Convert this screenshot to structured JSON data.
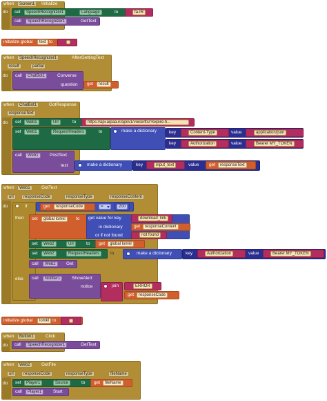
{
  "kw": {
    "when": "when",
    "do": "do",
    "set": "set",
    "to": "to",
    "call": "call",
    "get": "get",
    "if": "if",
    "then": "then",
    "else": "else",
    "key": "key",
    "value": "value",
    "make_dict": "make a dictionary",
    "init_global": "initialize global",
    "join": "join"
  },
  "b1": {
    "component": "Screen1",
    "event": "Initialize",
    "target": "SpeechRecognizer1",
    "prop": "Language",
    "value": "fa-IR",
    "call_method": "SpeechRecognizer1",
    "call_name": "GetText"
  },
  "b2": {
    "var": "text",
    "value": ""
  },
  "b3": {
    "component": "SpeechRecognizer1",
    "event": "AfterGettingText",
    "param1": "result",
    "param2": "partial",
    "call_target": "ChatBot1",
    "call_name": "Converse",
    "arg_label": "question",
    "arg_var": "result"
  },
  "b4": {
    "component": "ChatBot1",
    "event": "GotResponse",
    "param": "responseText",
    "target": "Web1",
    "prop_url": "Url",
    "url": "https://api.aipaa.ir/api/v1/voice/tts/?expire-fi...",
    "prop_headers": "RequestHeaders",
    "k1": "Content-Type",
    "v1": "application/json",
    "k2": "Authorization",
    "v2": "Bearer MY_TOKEN",
    "call_target": "Web1",
    "call_name": "PostText",
    "arg_label": "text",
    "k3": "input_text",
    "v3_var": "responseText"
  },
  "b5": {
    "component": "Web1",
    "event": "GotText",
    "p1": "url",
    "p2": "responseCode",
    "p3": "responseType",
    "p4": "responseContent",
    "if_var": "responseCode",
    "op": "=",
    "num": "200",
    "set_var": "global lomkl",
    "get_value": "get value for key",
    "key_val": "download_link",
    "in_dict": "in dictionary",
    "in_var": "responseContent",
    "not_found": "or if not found",
    "nf_val": "not found",
    "web2": "Web2",
    "prop_url": "Url",
    "url_var": "global lomkl",
    "prop_headers": "RequestHeaders",
    "k1": "Authorization",
    "v1": "Bearer MY_TOKEN",
    "call_name": "Get",
    "alert_target": "Notifier1",
    "alert_method": "ShowAlert",
    "notice": "notice",
    "err": "ERROR",
    "err_var": "responseCode"
  },
  "b6": {
    "var": "lomkl",
    "value": ""
  },
  "b7": {
    "component": "Button1",
    "event": "Click",
    "call_target": "SpeechRecognizer1",
    "call_name": "GetText"
  },
  "b8": {
    "component": "Web2",
    "event": "GotFile",
    "p1": "url",
    "p2": "responseCode",
    "p3": "responseType",
    "p4": "fileName",
    "target": "Player1",
    "prop": "Source",
    "var": "fileName",
    "call_target": "Player1",
    "call_name": "Start"
  }
}
